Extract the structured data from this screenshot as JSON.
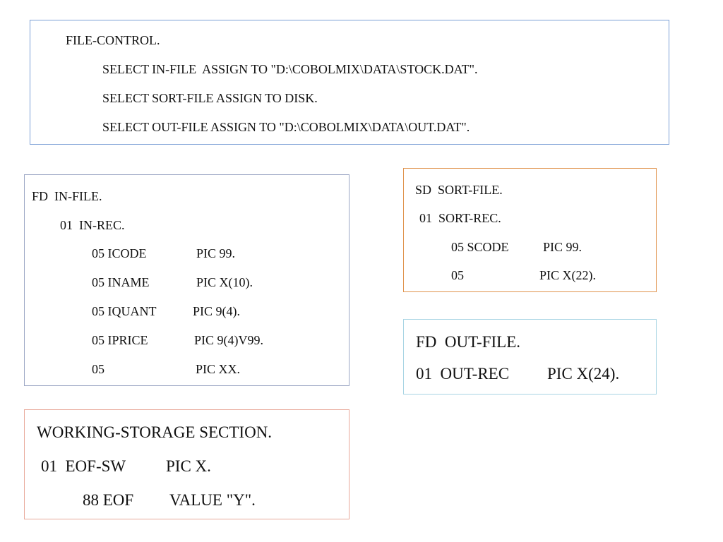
{
  "file_control": {
    "border_color": "#7a9fd6",
    "line1": "FILE-CONTROL.",
    "line2": "SELECT IN-FILE  ASSIGN TO \"D:\\COBOLMIX\\DATA\\STOCK.DAT\".",
    "line3": "SELECT SORT-FILE ASSIGN TO DISK.",
    "line4": "SELECT OUT-FILE ASSIGN TO \"D:\\COBOLMIX\\DATA\\OUT.DAT\"."
  },
  "in_file": {
    "border_color": "#9ba6c4",
    "fd": "FD  IN-FILE.",
    "rec": "01  IN-REC.",
    "fields": [
      {
        "level": "05 ICODE",
        "pic": "PIC 99."
      },
      {
        "level": "05 INAME",
        "pic": "PIC X(10)."
      },
      {
        "level": "05 IQUANT",
        "pic": "PIC 9(4)."
      },
      {
        "level": "05 IPRICE",
        "pic": "PIC 9(4)V99."
      },
      {
        "level": "05",
        "pic": "PIC XX."
      }
    ]
  },
  "sort_file": {
    "border_color": "#e0934d",
    "sd": "SD  SORT-FILE.",
    "rec": "01  SORT-REC.",
    "fields": [
      {
        "level": "05 SCODE",
        "pic": "PIC 99."
      },
      {
        "level": "05",
        "pic": "PIC X(22)."
      }
    ]
  },
  "out_file": {
    "border_color": "#a8d4e4",
    "fd": "FD  OUT-FILE.",
    "rec_level": "01  OUT-REC",
    "rec_pic": "PIC X(24)."
  },
  "working_storage": {
    "border_color": "#e8a99a",
    "title": "WORKING-STORAGE SECTION.",
    "item_level": "01  EOF-SW",
    "item_pic": "PIC X.",
    "cond_level": "88 EOF",
    "cond_value": "VALUE \"Y\"."
  }
}
